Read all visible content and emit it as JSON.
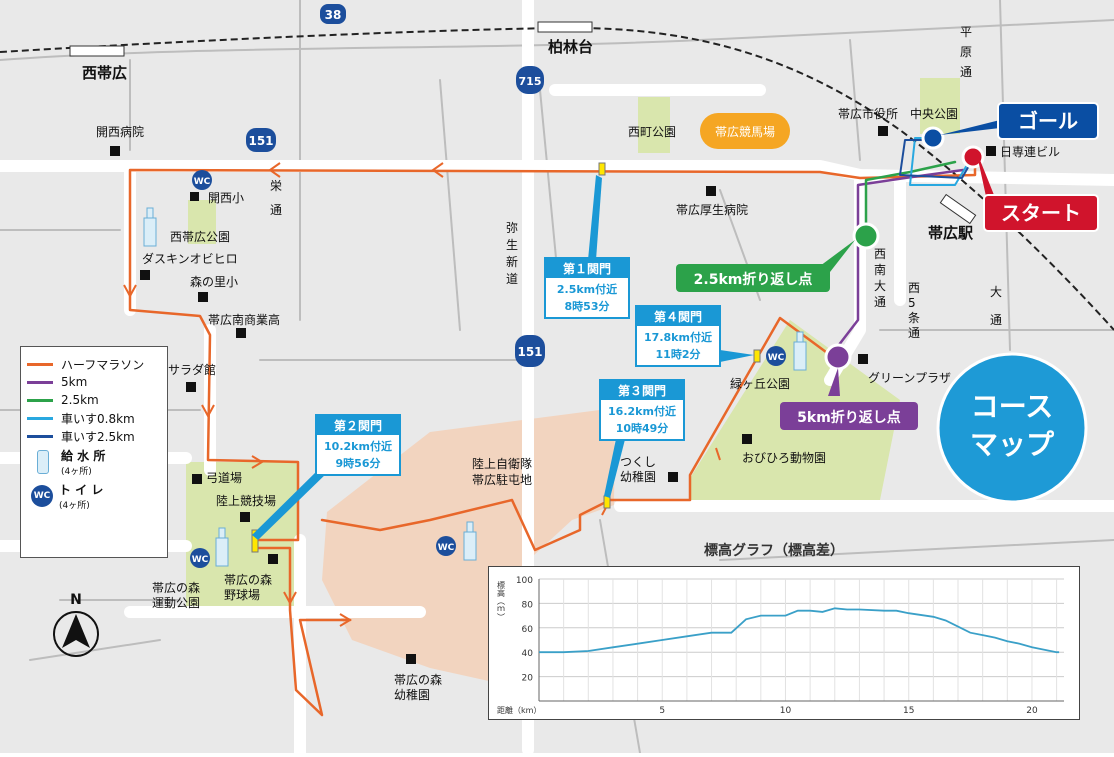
{
  "stations": {
    "nishiobihiro": "西帯広",
    "kashiwabayashidai": "柏林台",
    "obihiro": "帯広駅"
  },
  "route_shields": {
    "r38": "38",
    "r715": "715",
    "r151a": "151",
    "r151b": "151"
  },
  "landmarks": {
    "kaisei_hospital": "開西病院",
    "nishimachi_park": "西町公園",
    "keibajo": "帯広競馬場",
    "city_hall": "帯広市役所",
    "chuo_park": "中央公園",
    "nissenren_bldg": "日専連ビル",
    "kosei_hospital": "帯広厚生病院",
    "kaisei_school": "開西小",
    "nishi_park": "西帯広公園",
    "daskin": "ダスキンオビヒロ",
    "morinosato_school": "森の里小",
    "minami_shogyo": "帯広南商業高",
    "salad": "サラダ館",
    "kyudojo": "弓道場",
    "rikujo": "陸上競技場",
    "morinomori_park": "帯広の森\n運動公園",
    "yakyujo": "帯広の森\n野球場",
    "jieitai": "陸上自衛隊\n帯広駐屯地",
    "tsukushi": "つくし\n幼稚園",
    "midorigaoka": "緑ヶ丘公園",
    "green_plaza": "グリーンプラザ",
    "zoo": "おびひろ動物園",
    "mori_kindergarten": "帯広の森\n幼稚園"
  },
  "streets": {
    "sakae": "栄\n通",
    "yayoi": "弥\n生\n新\n道",
    "seinan": "西\n南\n大\n通",
    "nishi5jo": "西\n5\n条\n通",
    "odori": "大\n通",
    "hirahara": "平\n原\n通"
  },
  "checkpoints": {
    "cp1": {
      "title": "第１関門",
      "dist": "2.5km付近",
      "time": "8時53分"
    },
    "cp2": {
      "title": "第２関門",
      "dist": "10.2km付近",
      "time": "9時56分"
    },
    "cp3": {
      "title": "第３関門",
      "dist": "16.2km付近",
      "time": "10時49分"
    },
    "cp4": {
      "title": "第４関門",
      "dist": "17.8km付近",
      "time": "11時2分"
    }
  },
  "callouts": {
    "goal": "ゴール",
    "start": "スタート",
    "turn_25": "2.5km折り返し点",
    "turn_5": "5km折り返し点"
  },
  "course_map_title": "コース\nマップ",
  "legend": {
    "items": [
      {
        "label": "ハーフマラソン",
        "color": "#e8672a"
      },
      {
        "label": "5km",
        "color": "#7b3f98"
      },
      {
        "label": "2.5km",
        "color": "#2ca24a"
      },
      {
        "label": "車いす0.8km",
        "color": "#29a8e0"
      },
      {
        "label": "車いす2.5km",
        "color": "#1c4e9c"
      }
    ],
    "water_label": "給 水 所",
    "water_count": "(4ヶ所)",
    "toilet_label": "ト イ レ",
    "toilet_count": "(4ヶ所)",
    "wc_icon_text": "WC"
  },
  "north_label": "N",
  "elevation_graph": {
    "title": "標高グラフ（標高差）",
    "ylabel": "標高（ｍ）",
    "xlabel": "距離（km）",
    "chart_data": {
      "type": "line",
      "x": [
        0,
        1,
        2,
        3,
        4,
        5,
        6,
        7,
        7.8,
        8.4,
        9,
        10,
        10.5,
        11,
        11.5,
        12,
        12.5,
        13,
        14,
        14.5,
        15,
        16,
        16.5,
        17,
        17.5,
        18,
        18.5,
        19,
        19.5,
        20,
        21,
        21.1
      ],
      "y": [
        40,
        40,
        41,
        44,
        47,
        50,
        53,
        56,
        56,
        67,
        70,
        70,
        74,
        74,
        73,
        76,
        75,
        75,
        74,
        74,
        72,
        69,
        66,
        61,
        56,
        54,
        52,
        49,
        47,
        44,
        40,
        40
      ],
      "xticks": [
        5,
        10,
        15,
        20
      ],
      "yticks": [
        20,
        40,
        60,
        80,
        100
      ],
      "xlim": [
        0,
        21.3
      ],
      "ylim": [
        0,
        100
      ],
      "line_color": "#3aa0c8",
      "grid": true
    }
  },
  "colors": {
    "half": "#e8672a",
    "five": "#7b3f98",
    "two_five": "#2ca24a",
    "wheel_08": "#29a8e0",
    "wheel_25": "#1c4e9c",
    "checkpoint": "#1a98d5",
    "park": "#d9e6ad",
    "base": "#ffcc66",
    "goal": "#0a4ea3",
    "start": "#d0142c",
    "course_map": "#1e9ad6"
  }
}
